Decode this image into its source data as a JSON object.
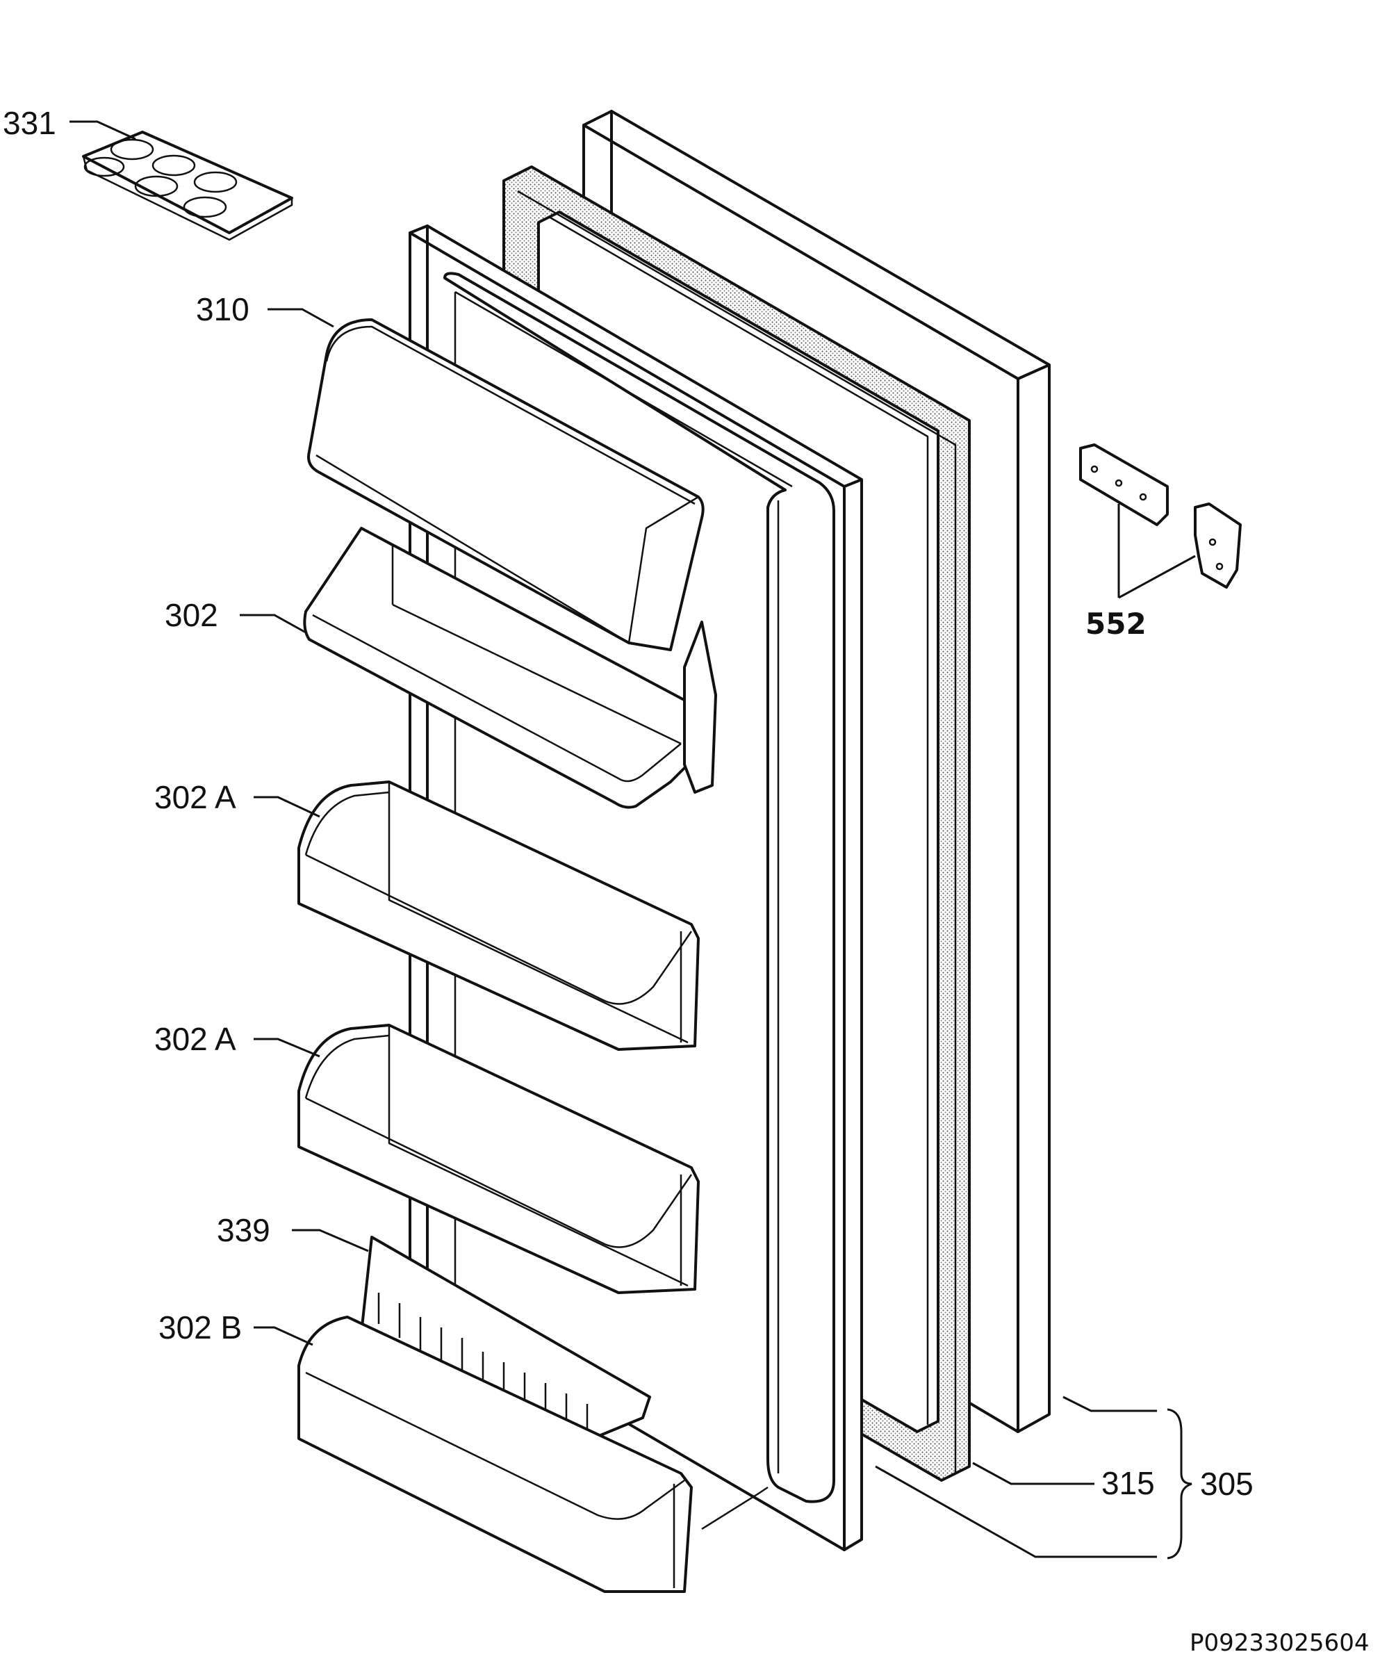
{
  "diagram": {
    "callouts": {
      "c331": "331",
      "c310": "310",
      "c302": "302",
      "c302a_1": "302 A",
      "c302a_2": "302 A",
      "c339": "339",
      "c302b": "302 B",
      "c552": "552",
      "c315": "315",
      "c305": "305"
    },
    "drawing_code": "P09233025604"
  }
}
